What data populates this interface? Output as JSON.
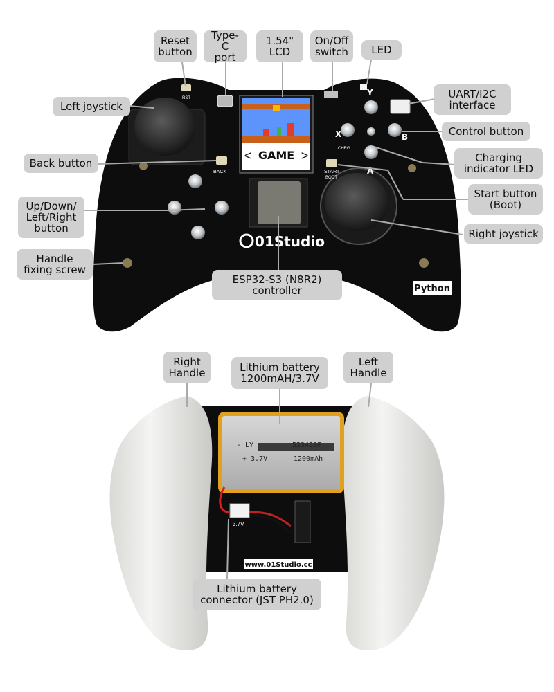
{
  "top_board": {
    "lcd_text": "GAME",
    "lcd_arrow_left": "<",
    "lcd_arrow_right": ">",
    "brand": "01Studio",
    "python_label": "Python",
    "button_letters": {
      "x": "X",
      "y": "Y",
      "a": "A",
      "b": "B"
    },
    "silkscreen": {
      "back": "BACK",
      "start": "START",
      "boot": "BOOT",
      "rst": "RST",
      "chrg": "CHRG"
    }
  },
  "callouts_top": {
    "reset": "Reset\nbutton",
    "typec": "Type-C\nport",
    "lcd": "1.54\"\nLCD",
    "onoff": "On/Off\nswitch",
    "led": "LED",
    "uart": "UART/I2C\ninterface",
    "left_joystick": "Left joystick",
    "control_button": "Control button",
    "charging_led": "Charging\nindicator LED",
    "back_button": "Back button",
    "start_button": "Start button\n(Boot)",
    "dpad": "Up/Down/\nLeft/Right\nbutton",
    "right_joystick": "Right joystick",
    "screw": "Handle\nfixing screw",
    "mcu": "ESP32-S3 (N8R2)\ncontroller"
  },
  "bottom_board": {
    "battery_line1_left": "- LY",
    "battery_line1_right": "523450F",
    "battery_line2_left": "+ 3.7V",
    "battery_line2_right": "1200mAh",
    "connector_label": "3.7V",
    "website": "www.01Studio.cc"
  },
  "callouts_bottom": {
    "right_handle": "Right\nHandle",
    "battery": "Lithium battery\n1200mAH/3.7V",
    "left_handle": "Left\nHandle",
    "connector": "Lithium battery\nconnector (JST PH2.0)"
  },
  "colors": {
    "pcb": "#0d0d0d",
    "callout_bg": "#d0d0d0",
    "handle": "#ececea",
    "battery_gold": "#e0a21e",
    "lcd_sky": "#5c94fc"
  }
}
